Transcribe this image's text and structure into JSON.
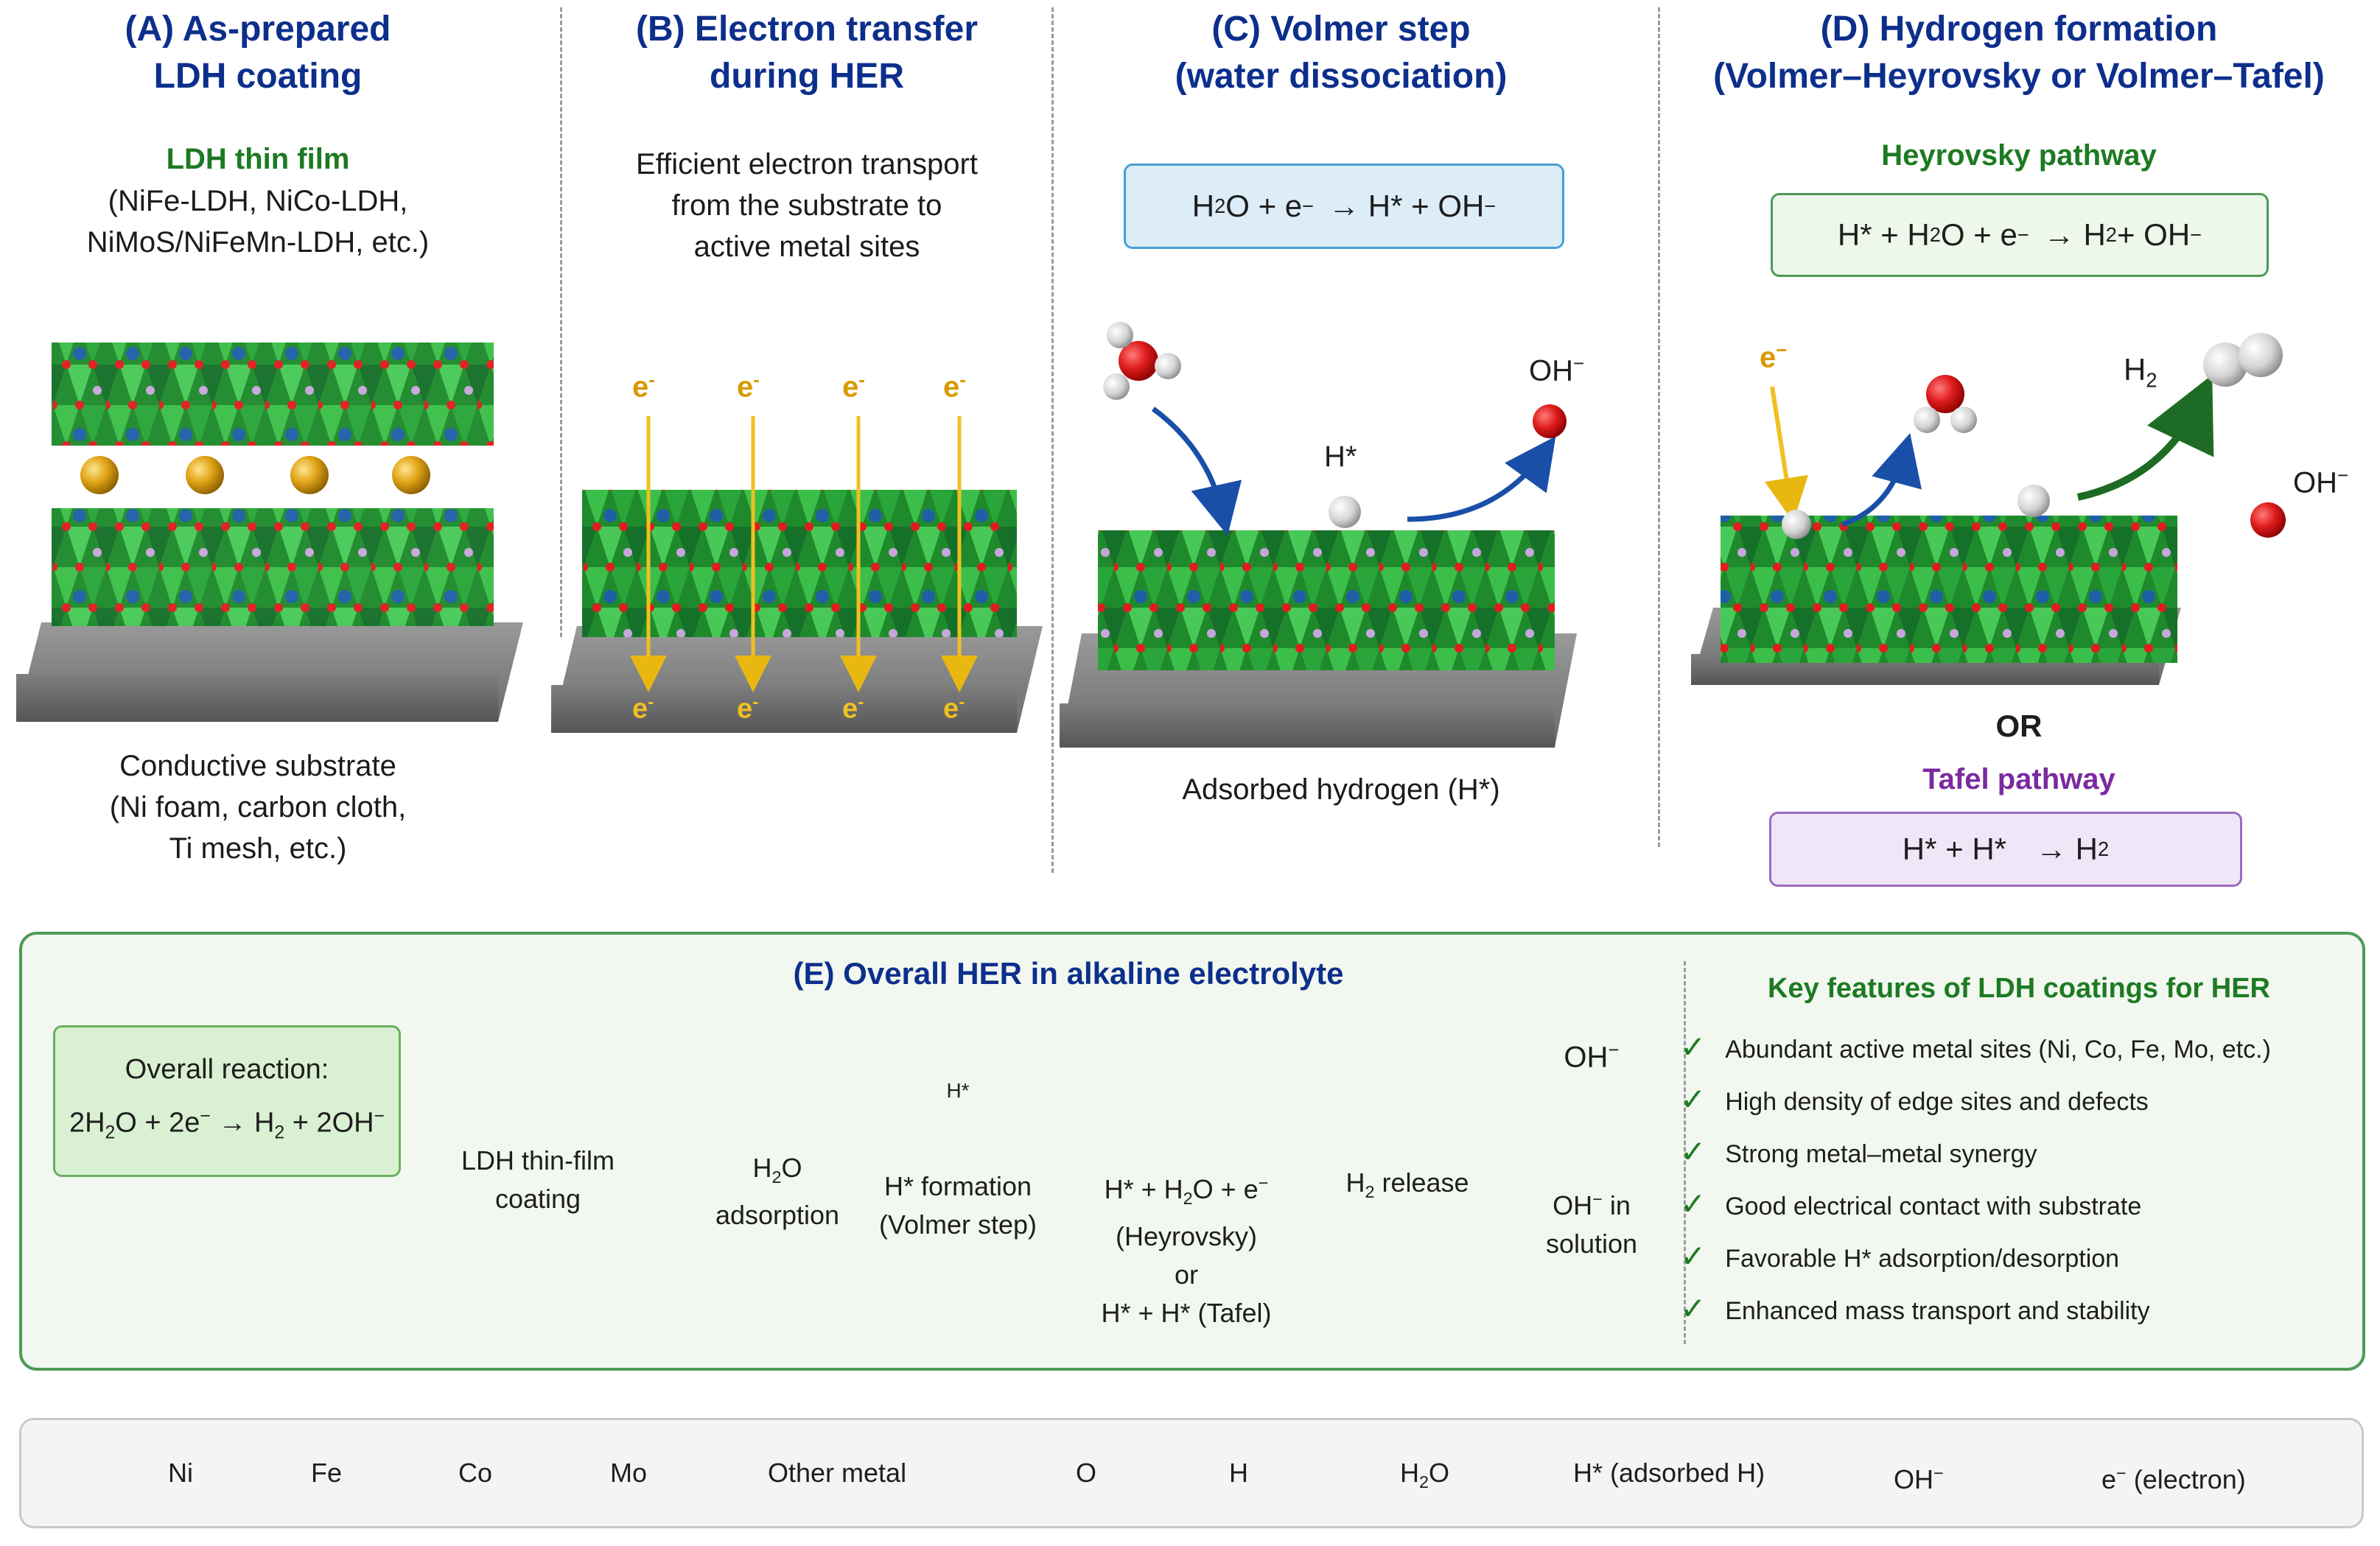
{
  "panel_a": {
    "title_1": "(A) As-prepared",
    "title_2": "LDH coating",
    "film_label": "LDH thin film",
    "film_examples_1": "(NiFe-LDH, NiCo-LDH,",
    "film_examples_2": "NiMoS/NiFeMn-LDH, etc.)",
    "substrate_1": "Conductive substrate",
    "substrate_2": "(Ni foam, carbon cloth,",
    "substrate_3": "Ti mesh, etc.)"
  },
  "panel_b": {
    "title_1": "(B) Electron transfer",
    "title_2": "during HER",
    "desc_1": "Efficient electron transport",
    "desc_2": "from the substrate to",
    "desc_3": "active metal sites",
    "electron": "e",
    "electron_sup": "-"
  },
  "panel_c": {
    "title_1": "(C) Volmer step",
    "title_2": "(water dissociation)",
    "eq_a": "H",
    "eq_b": "O + e",
    "eq_c": "→   H* + OH",
    "sub2": "2",
    "minus": "−",
    "oh": "OH",
    "hstar": "H*",
    "caption": "Adsorbed hydrogen (H*)"
  },
  "panel_d": {
    "title_1": "(D) Hydrogen formation",
    "title_2": "(Volmer–Heyrovsky or Volmer–Tafel)",
    "heyrovsky_label": "Heyrovsky pathway",
    "hey_a": "H* + H",
    "hey_b": "O + e",
    "hey_c": "→   H",
    "hey_d": " + OH",
    "e_label": "e",
    "h2_label": "H",
    "oh_label": "OH",
    "or": "OR",
    "tafel_label": "Tafel pathway",
    "tafel_a": "H* + H*",
    "tafel_b": "→      H"
  },
  "panel_e": {
    "title": "(E) Overall HER in alkaline electrolyte",
    "overall_label": "Overall reaction:",
    "overall_a": "2H",
    "overall_b": "O + 2e",
    "overall_c": " → H",
    "overall_d": " + 2OH",
    "steps": [
      {
        "l1": "LDH thin-film",
        "l2": "coating"
      },
      {
        "l1": "H",
        "l1b": "O",
        "l2": "adsorption"
      },
      {
        "l1": "H* formation",
        "l2": "(Volmer step)",
        "top": "H*"
      },
      {
        "l1": "H* + H",
        "l1b": "O + e",
        "l2": "(Heyrovsky)",
        "l3": "or",
        "l4": "H* + H* (Tafel)"
      },
      {
        "l1": "H",
        "l1b": " release"
      },
      {
        "l1": "OH",
        "l1b": " in",
        "l2": "solution",
        "top": "OH"
      }
    ],
    "features_title": "Key features of LDH coatings for HER",
    "check": "✓",
    "features": [
      "Abundant active metal sites (Ni, Co, Fe, Mo, etc.)",
      "High density of edge sites and defects",
      "Strong metal–metal synergy",
      "Good electrical contact with substrate",
      "Favorable H* adsorption/desorption",
      "Enhanced mass transport and stability"
    ]
  },
  "legend": {
    "items": [
      "Ni",
      "Fe",
      "Co",
      "Mo",
      "Other metal",
      "O",
      "H",
      "H",
      "H* (adsorbed H)",
      "OH",
      "e"
    ],
    "h2o_sub": "2",
    "h2o_tail": "O",
    "electron_tail": " (electron)"
  },
  "colors": {
    "title_blue": "#0d2f8c",
    "green_label": "#1d7a22",
    "purple_label": "#7a2aa0",
    "ni": "#2f9e3a",
    "fe": "#9b59b6",
    "co": "#1f5fa8",
    "mo": "#e0a317",
    "other_metal": "#ef7a1a",
    "o": "#e01d1d",
    "h": "#d8d8d8",
    "electron": "#f0c020"
  }
}
